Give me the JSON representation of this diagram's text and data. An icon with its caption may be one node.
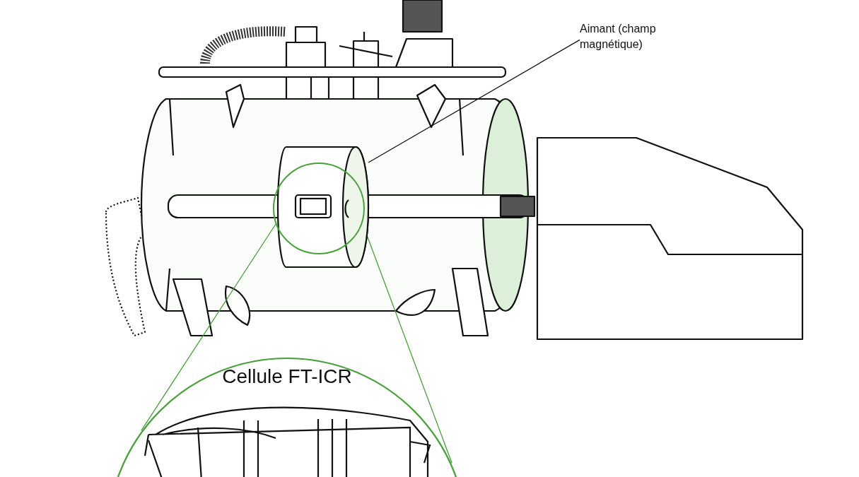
{
  "diagram": {
    "nodes": [
      {
        "text": [
          "Aimant (champ magnétique)"
        ]
      },
      {
        "text": [],
        "shape": "picture"
      },
      {
        "text": [
          "Cellule FT-ICR"
        ]
      },
      {
        "text": [],
        "shape": "circle",
        "in": 1
      }
    ],
    "edges": [
      {
        "from": 0,
        "to": 1,
        "arrow": "none",
        "color": "#111111"
      },
      {
        "from": 3,
        "to": 2,
        "arrow": "none",
        "color": "#4aa03c"
      },
      {
        "from": 3,
        "to": 2,
        "arrow": "none",
        "color": "#4aa03c"
      }
    ]
  }
}
